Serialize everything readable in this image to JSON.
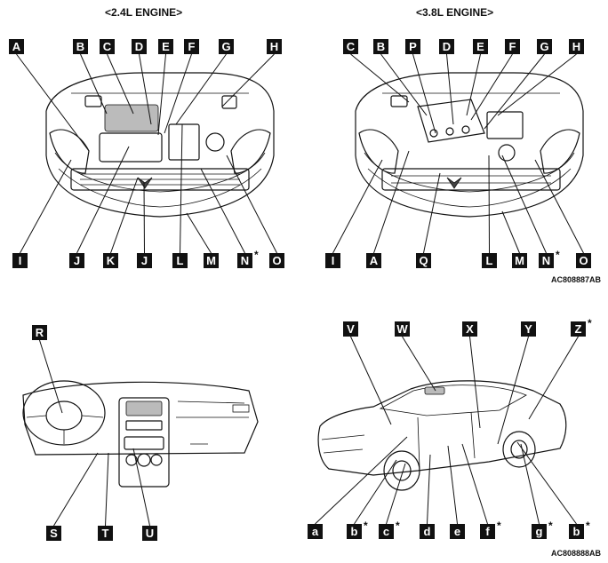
{
  "headings": {
    "engine_24": "<2.4L ENGINE>",
    "engine_38": "<3.8L ENGINE>"
  },
  "figure_codes": {
    "engine": "AC808887AB",
    "interior_exterior": "AC808888AB"
  },
  "engine_24_labels": {
    "top": [
      "A",
      "B",
      "C",
      "D",
      "E",
      "F",
      "G",
      "H"
    ],
    "bottom": [
      "I",
      "J",
      "K",
      "J",
      "L",
      "M",
      "N",
      "O"
    ]
  },
  "engine_38_labels": {
    "top": [
      "C",
      "B",
      "P",
      "D",
      "E",
      "F",
      "G",
      "H"
    ],
    "bottom": [
      "I",
      "A",
      "Q",
      "L",
      "M",
      "N",
      "O"
    ]
  },
  "interior_labels": {
    "top": [
      "R"
    ],
    "bottom": [
      "S",
      "T",
      "U"
    ]
  },
  "exterior_labels": {
    "top": [
      "V",
      "W",
      "X",
      "Y",
      "Z"
    ],
    "bottom": [
      "a",
      "b",
      "c",
      "d",
      "e",
      "f",
      "g",
      "b"
    ]
  },
  "asterisk": "*"
}
